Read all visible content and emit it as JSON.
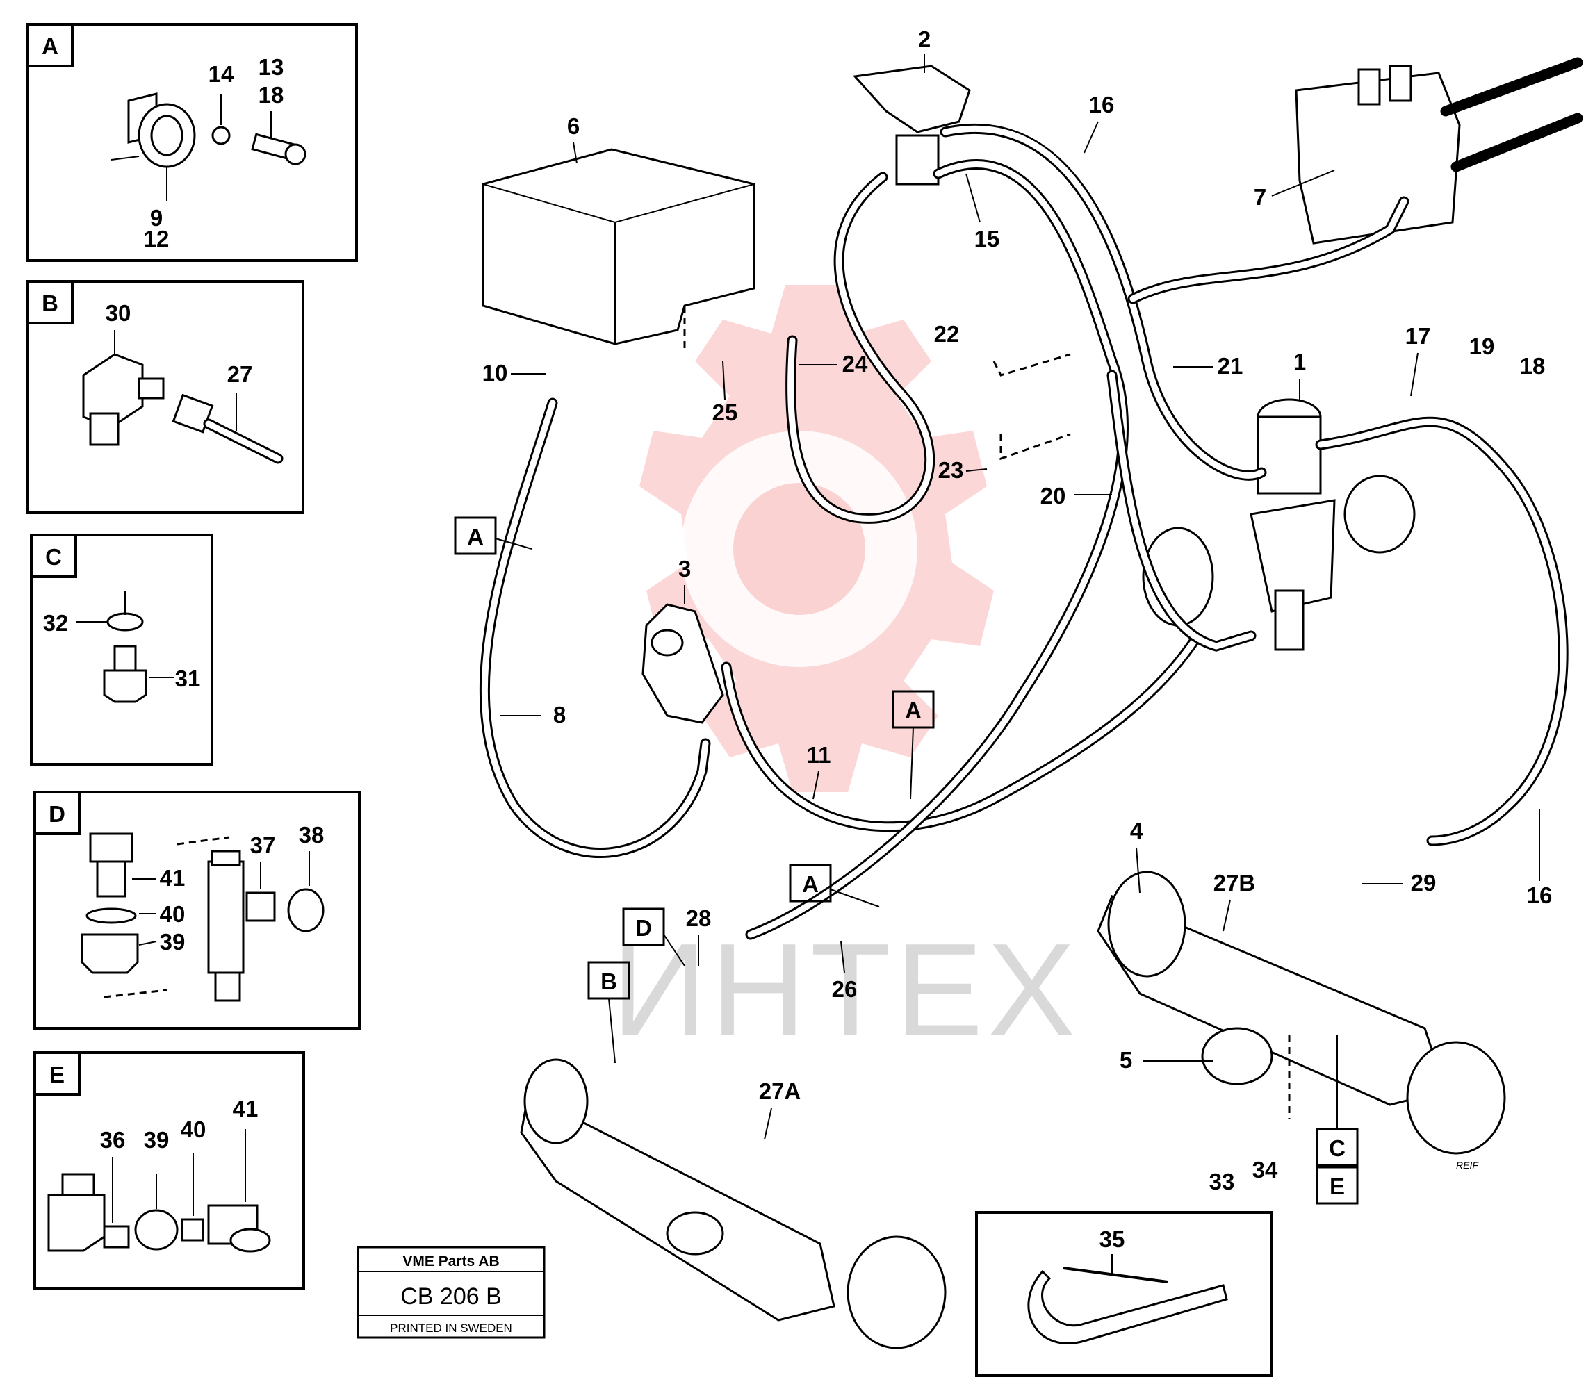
{
  "watermark": {
    "text": "ИНТЕХ",
    "color": "#f06e6e"
  },
  "detail_boxes": [
    {
      "tag": "A",
      "parts": [
        "14",
        "13",
        "18",
        "9",
        "12"
      ]
    },
    {
      "tag": "B",
      "parts": [
        "30",
        "27"
      ]
    },
    {
      "tag": "C",
      "parts": [
        "32",
        "31"
      ]
    },
    {
      "tag": "D",
      "parts": [
        "37",
        "38",
        "41",
        "40",
        "39"
      ]
    },
    {
      "tag": "E",
      "parts": [
        "36",
        "39",
        "40",
        "41"
      ]
    }
  ],
  "main_parts": {
    "p1": "1",
    "p2": "2",
    "p3": "3",
    "p4": "4",
    "p5": "5",
    "p6": "6",
    "p7": "7",
    "p8": "8",
    "p10": "10",
    "p11": "11",
    "p15": "15",
    "p16a": "16",
    "p16b": "16",
    "p17": "17",
    "p18": "18",
    "p19": "19",
    "p20": "20",
    "p21": "21",
    "p22": "22",
    "p23": "23",
    "p24": "24",
    "p25": "25",
    "p26": "26",
    "p27a": "27A",
    "p27b": "27B",
    "p28": "28",
    "p29": "29",
    "p33": "33",
    "p34": "34",
    "p35": "35"
  },
  "callouts": {
    "a1": "A",
    "a2": "A",
    "a3": "A",
    "b": "B",
    "c": "C",
    "d": "D",
    "e": "E"
  },
  "title_block": {
    "company": "VME Parts AB",
    "code": "CB 206 B",
    "printed": "PRINTED IN SWEDEN"
  },
  "signature": "REIF"
}
